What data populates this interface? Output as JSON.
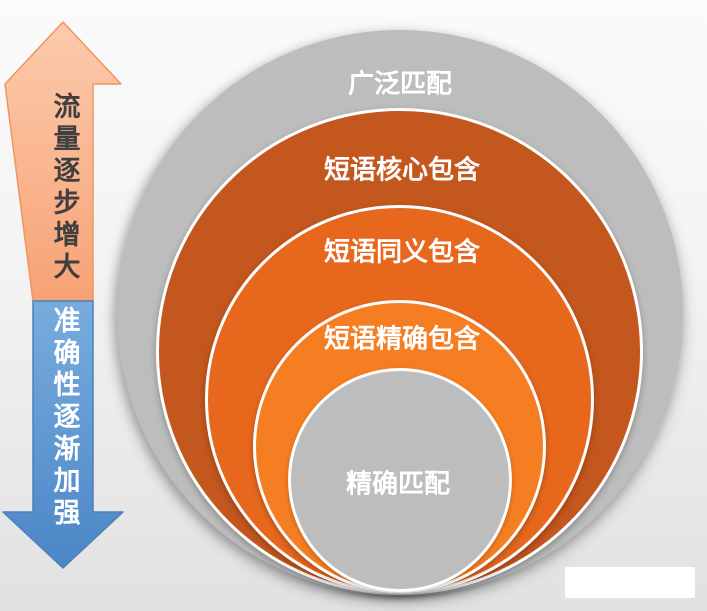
{
  "diagram": {
    "title_hint": "search keyword match-type funnel",
    "circles": [
      {
        "label": "广泛匹配",
        "color": "#bdbdbd",
        "text_color": "#ffffff"
      },
      {
        "label": "短语核心包含",
        "color": "#c4571e",
        "text_color": "#ffffff"
      },
      {
        "label": "短语同义包含",
        "color": "#e7671d",
        "text_color": "#ffffff"
      },
      {
        "label": "短语精确包含",
        "color": "#f57e22",
        "text_color": "#ffffff"
      },
      {
        "label": "精确匹配",
        "color": "#bdbdbd",
        "text_color": "#ffffff"
      }
    ],
    "arrow_up": {
      "label": "流量逐步增大",
      "fill_top": "#fccbac",
      "fill_bottom": "#f7a275",
      "stroke": "#ed9662",
      "text_color": "#3f3f3f",
      "direction": "up"
    },
    "arrow_down": {
      "label": "准确性逐渐加强",
      "fill_top": "#78acde",
      "fill_bottom": "#4b86c6",
      "stroke": "#4e80b7",
      "text_color": "#ffffff",
      "direction": "down"
    }
  }
}
